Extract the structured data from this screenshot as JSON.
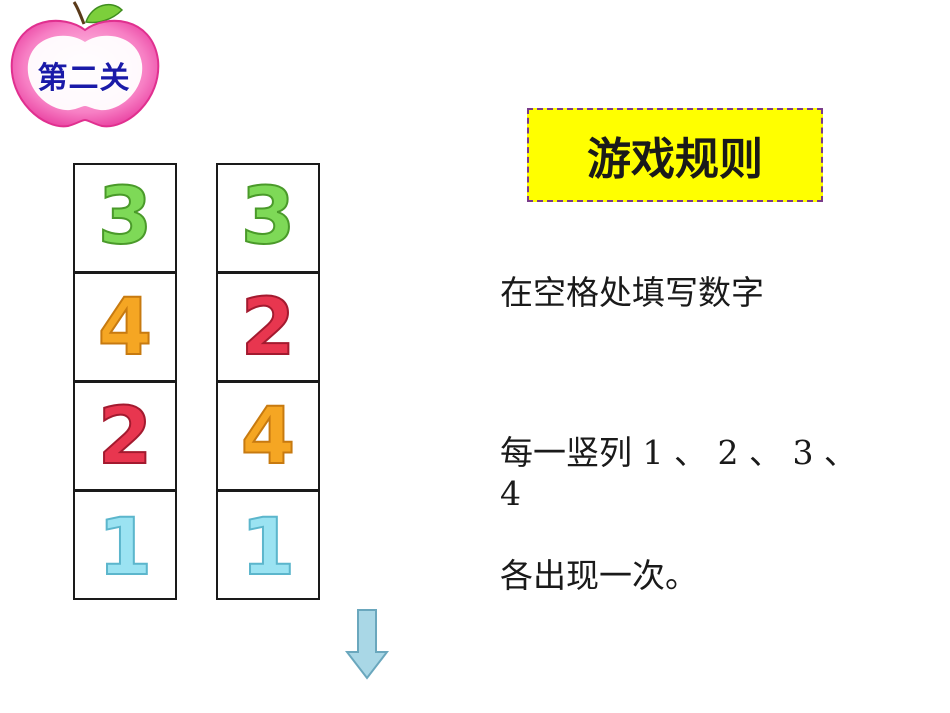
{
  "level_badge": {
    "label": "第二关",
    "icon": "apple-icon"
  },
  "grid": {
    "columns": [
      {
        "cells": [
          {
            "value": "3",
            "color": "#7ed957"
          },
          {
            "value": "4",
            "color": "#f5a623"
          },
          {
            "value": "2",
            "color": "#e8364f"
          },
          {
            "value": "1",
            "color": "#9be3f2"
          }
        ]
      },
      {
        "cells": [
          {
            "value": "3",
            "color": "#7ed957"
          },
          {
            "value": "2",
            "color": "#e8364f"
          },
          {
            "value": "4",
            "color": "#f5a623"
          },
          {
            "value": "1",
            "color": "#9be3f2"
          }
        ]
      }
    ]
  },
  "rules": {
    "title": "游戏规则",
    "line1": "在空格处填写数字",
    "line2a": "每一竖列 1 、 2 、 3 、",
    "line2b": "4",
    "line3": "各出现一次。"
  },
  "colors": {
    "title_bg": "#ffff00",
    "title_border": "#7a3b8a",
    "badge_pink": "#f04fa8",
    "arrow": "#a9d7e6"
  },
  "icons": {
    "arrow": "down-arrow-icon"
  }
}
